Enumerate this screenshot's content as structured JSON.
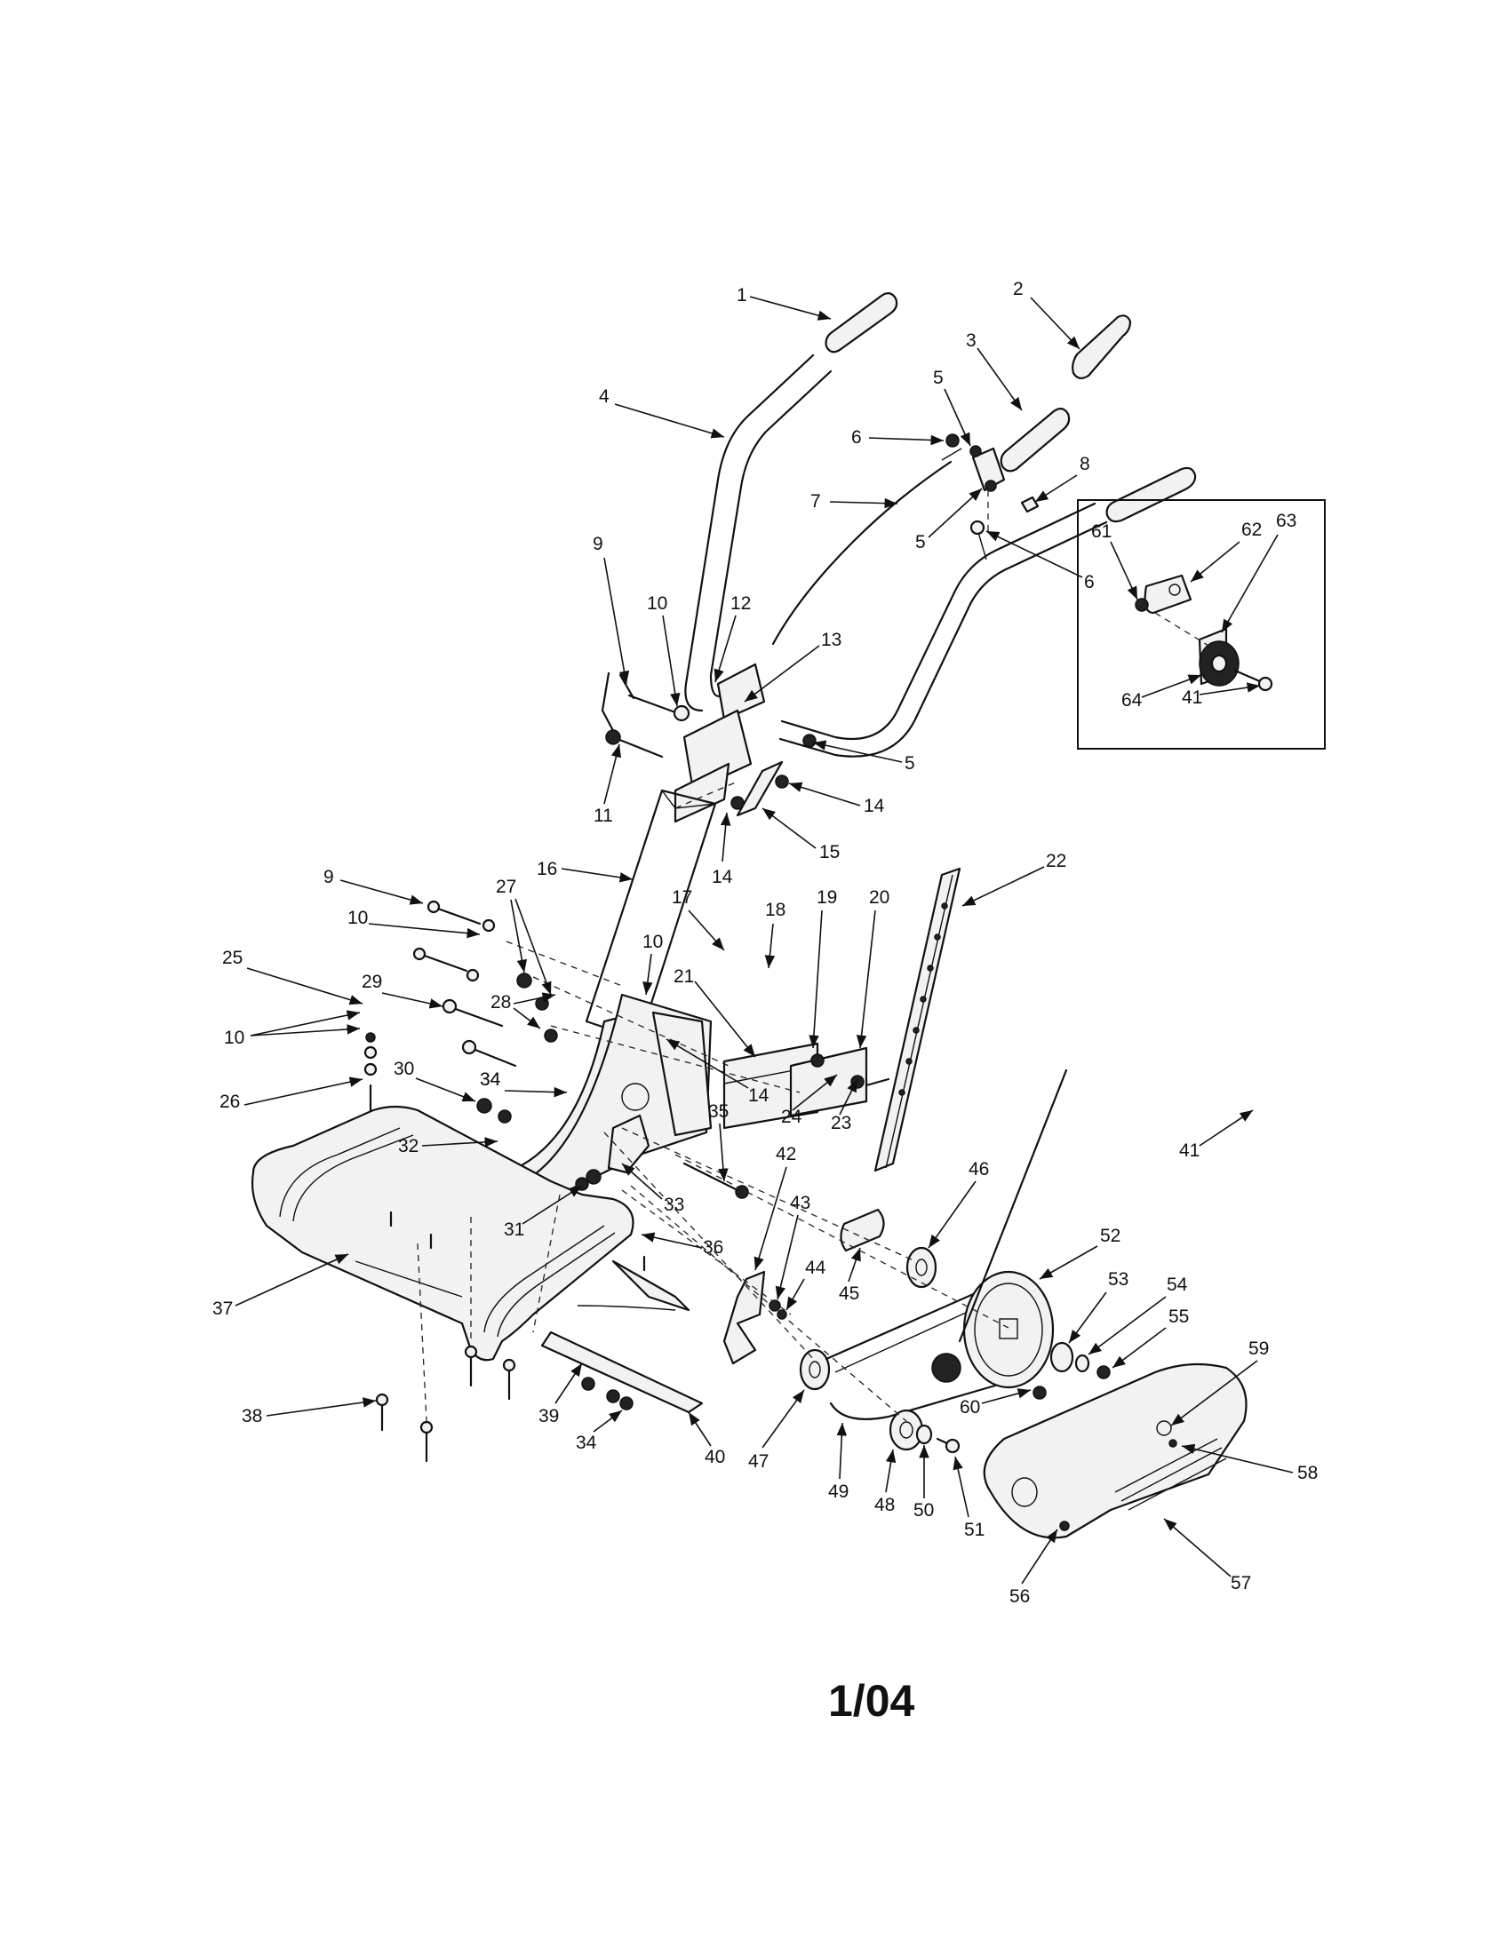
{
  "diagram": {
    "revision": "1/04",
    "part_callouts": [
      "1",
      "2",
      "3",
      "4",
      "5",
      "5",
      "5",
      "6",
      "6",
      "7",
      "8",
      "9",
      "9",
      "10",
      "10",
      "10",
      "10",
      "11",
      "12",
      "13",
      "14",
      "14",
      "14",
      "15",
      "16",
      "17",
      "18",
      "19",
      "20",
      "21",
      "22",
      "23",
      "24",
      "25",
      "26",
      "27",
      "28",
      "29",
      "30",
      "31",
      "32",
      "33",
      "34",
      "34",
      "34",
      "35",
      "36",
      "37",
      "38",
      "39",
      "40",
      "41",
      "42",
      "43",
      "44",
      "45",
      "46",
      "47",
      "48",
      "49",
      "50",
      "51",
      "52",
      "53",
      "54",
      "55",
      "56",
      "57",
      "58",
      "59",
      "60"
    ],
    "inset_callouts": [
      "61",
      "62",
      "63",
      "64",
      "41"
    ]
  }
}
